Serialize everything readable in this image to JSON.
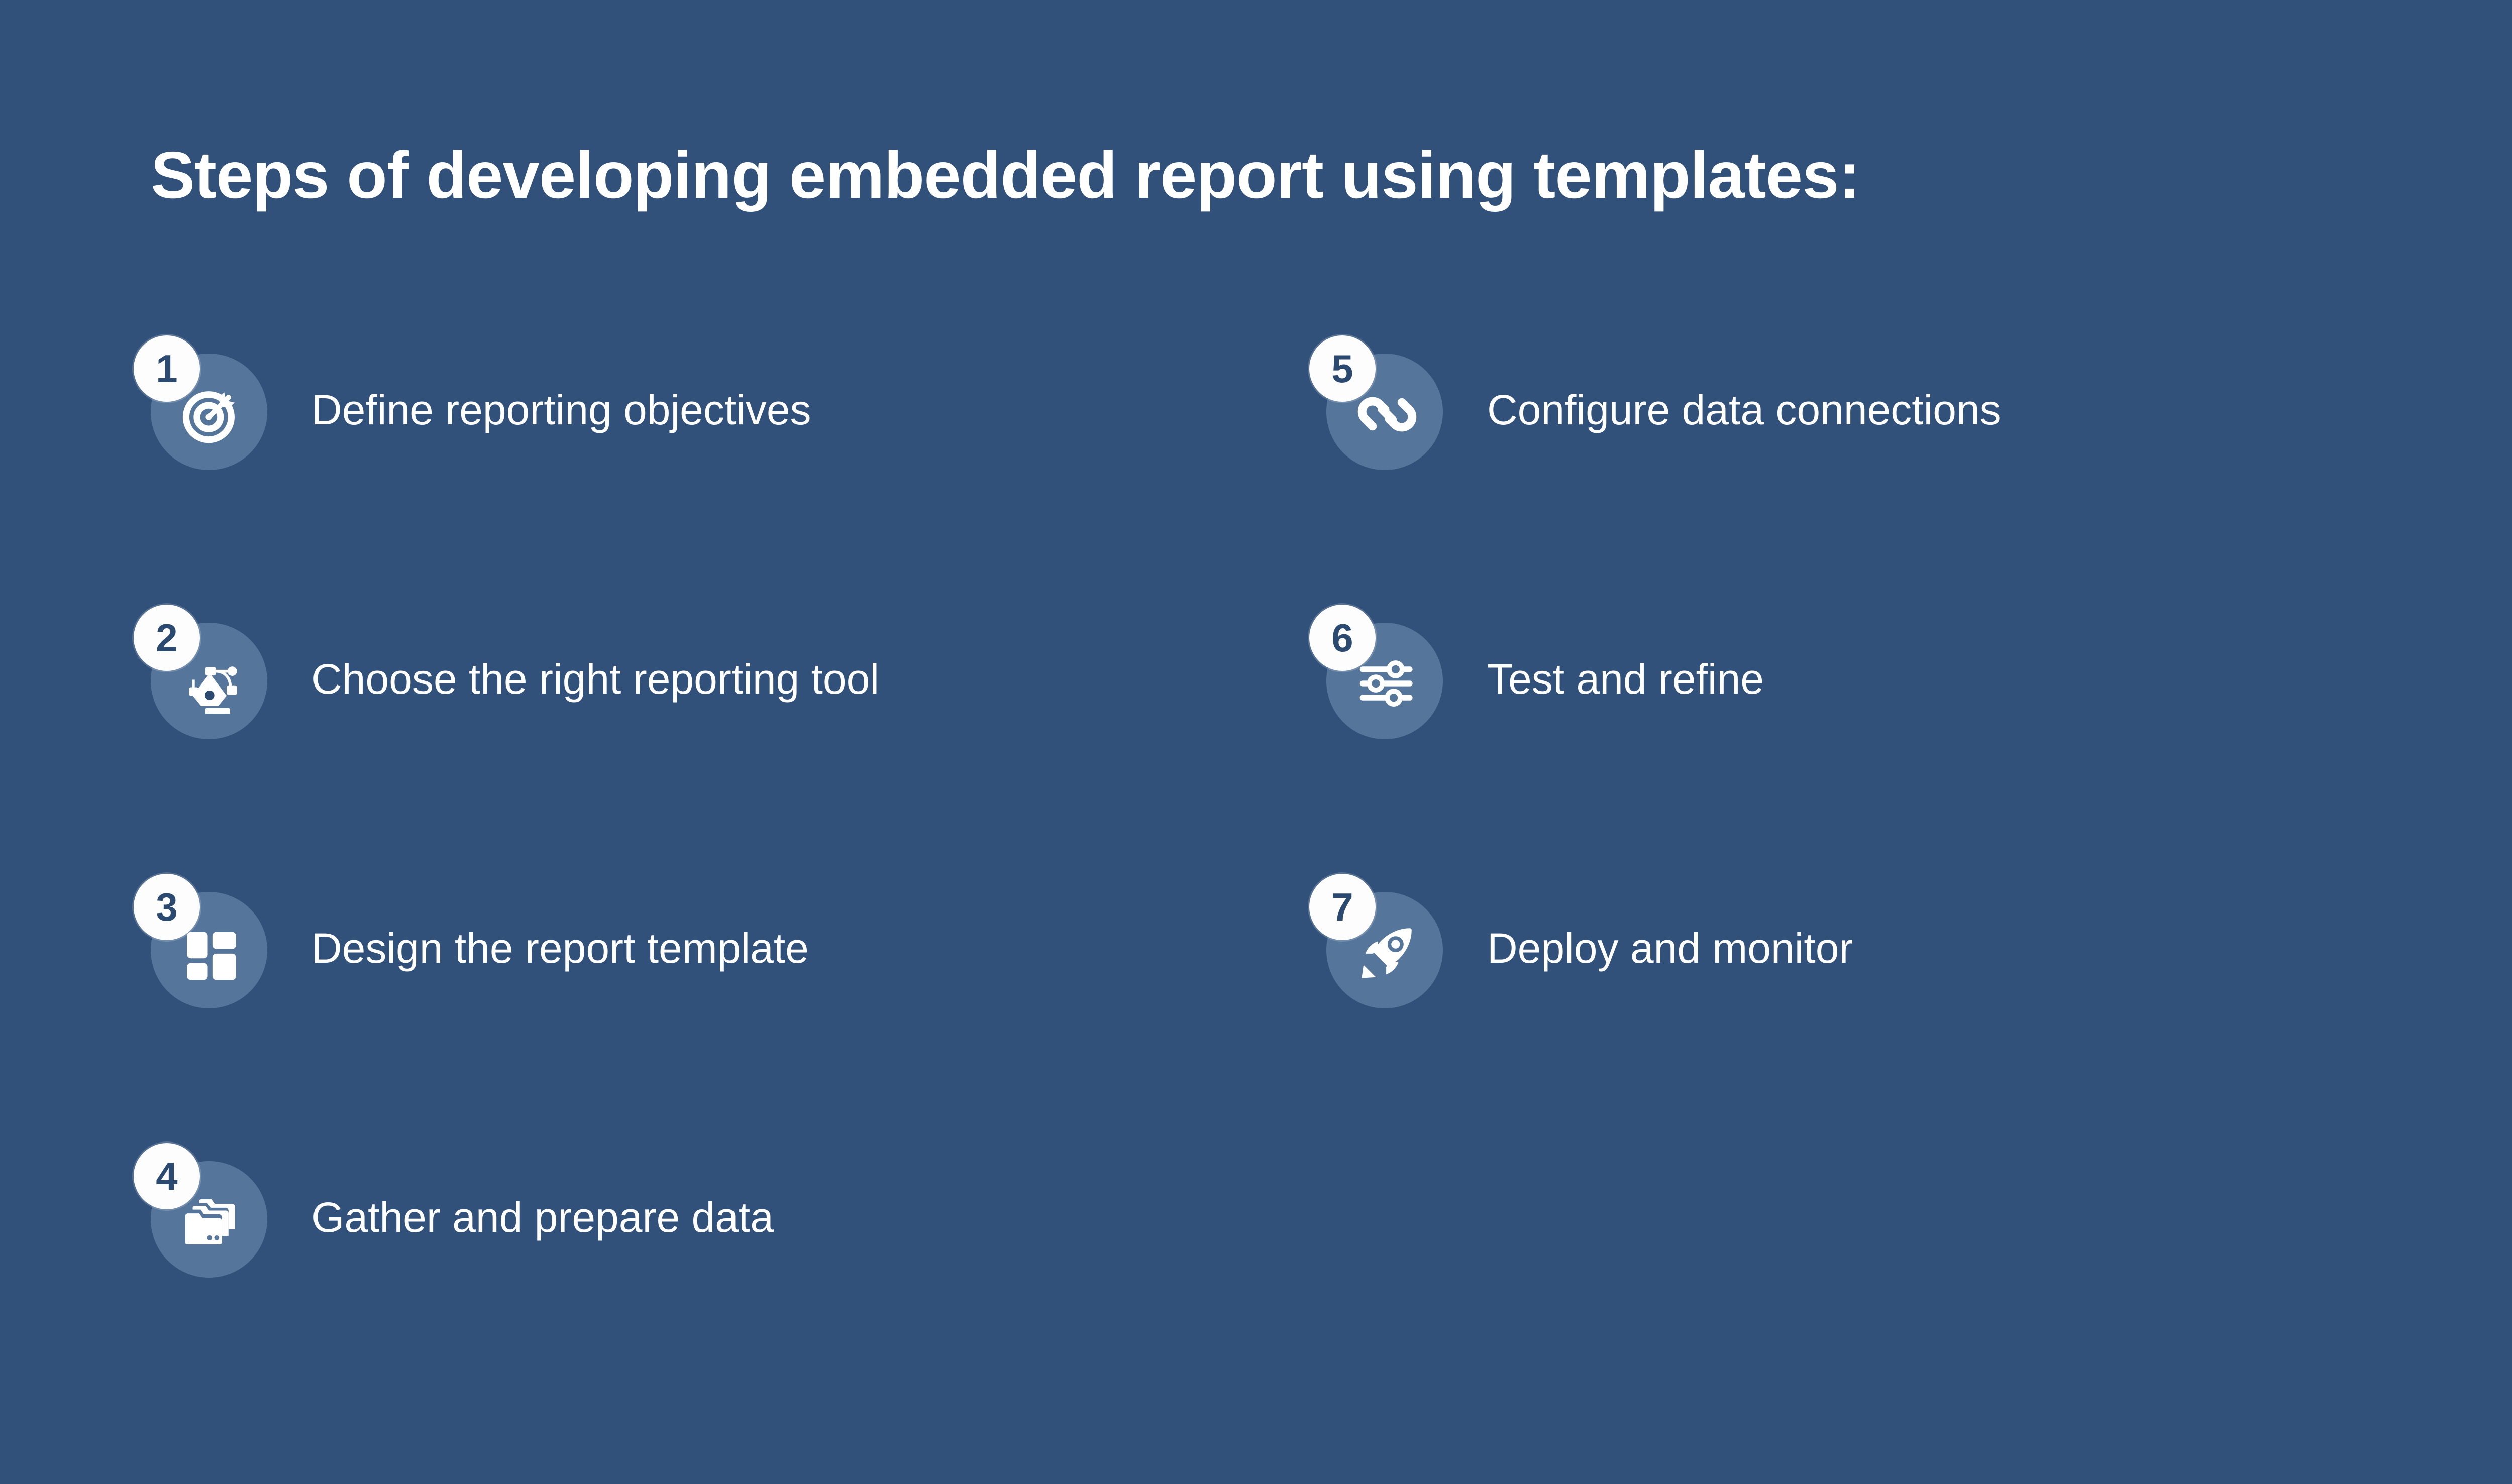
{
  "slide": {
    "background_color": "#31517a",
    "icon_circle_color": "#56759a",
    "badge_background_color": "#fdfdfd",
    "badge_text_color": "#2c4a70",
    "text_color": "#ffffff",
    "title": "Steps of developing embedded report using templates:"
  },
  "steps_left": [
    {
      "number": "1",
      "label": "Define reporting objectives",
      "icon": "target-dart-icon"
    },
    {
      "number": "2",
      "label": "Choose the right reporting tool",
      "icon": "pen-nib-icon"
    },
    {
      "number": "3",
      "label": "Design the report template",
      "icon": "layout-grid-icon"
    },
    {
      "number": "4",
      "label": "Gather and prepare data",
      "icon": "folders-icon"
    }
  ],
  "steps_right": [
    {
      "number": "5",
      "label": "Configure data connections",
      "icon": "chain-link-icon"
    },
    {
      "number": "6",
      "label": "Test and refine",
      "icon": "sliders-icon"
    },
    {
      "number": "7",
      "label": "Deploy and monitor",
      "icon": "rocket-icon"
    }
  ]
}
